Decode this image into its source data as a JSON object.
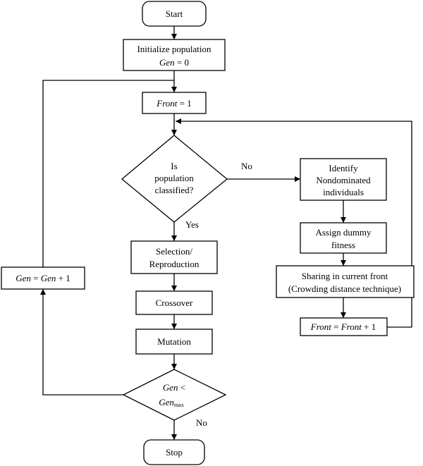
{
  "nodes": {
    "start": "Start",
    "init_line1": "Initialize population",
    "init_var": "Gen",
    "init_rest": " = 0",
    "front_var": "Front",
    "front_rest": " = 1",
    "decision1_line1": "Is",
    "decision1_line2": "population",
    "decision1_line3": "classified?",
    "identify_line1": "Identify",
    "identify_line2": "Nondominated",
    "identify_line3": "individuals",
    "dummy_line1": "Assign dummy",
    "dummy_line2": "fitness",
    "sharing_line1": "Sharing in current front",
    "sharing_line2": "(Crowding distance technique)",
    "front_inc_var1": "Front",
    "front_inc_eq": " = ",
    "front_inc_var2": "Front",
    "front_inc_plus": " + 1",
    "selection_line1": "Selection/",
    "selection_line2": "Reproduction",
    "crossover": "Crossover",
    "mutation": "Mutation",
    "gen_inc_var1": "Gen",
    "gen_inc_eq": " = ",
    "gen_inc_var2": "Gen",
    "gen_inc_plus": " + 1",
    "decision2_var1": "Gen",
    "decision2_lt": " <",
    "decision2_var2": "Gen",
    "decision2_sub": "max",
    "stop": "Stop"
  },
  "edge_labels": {
    "no_1": "No",
    "yes_1": "Yes",
    "no_2": "No"
  }
}
